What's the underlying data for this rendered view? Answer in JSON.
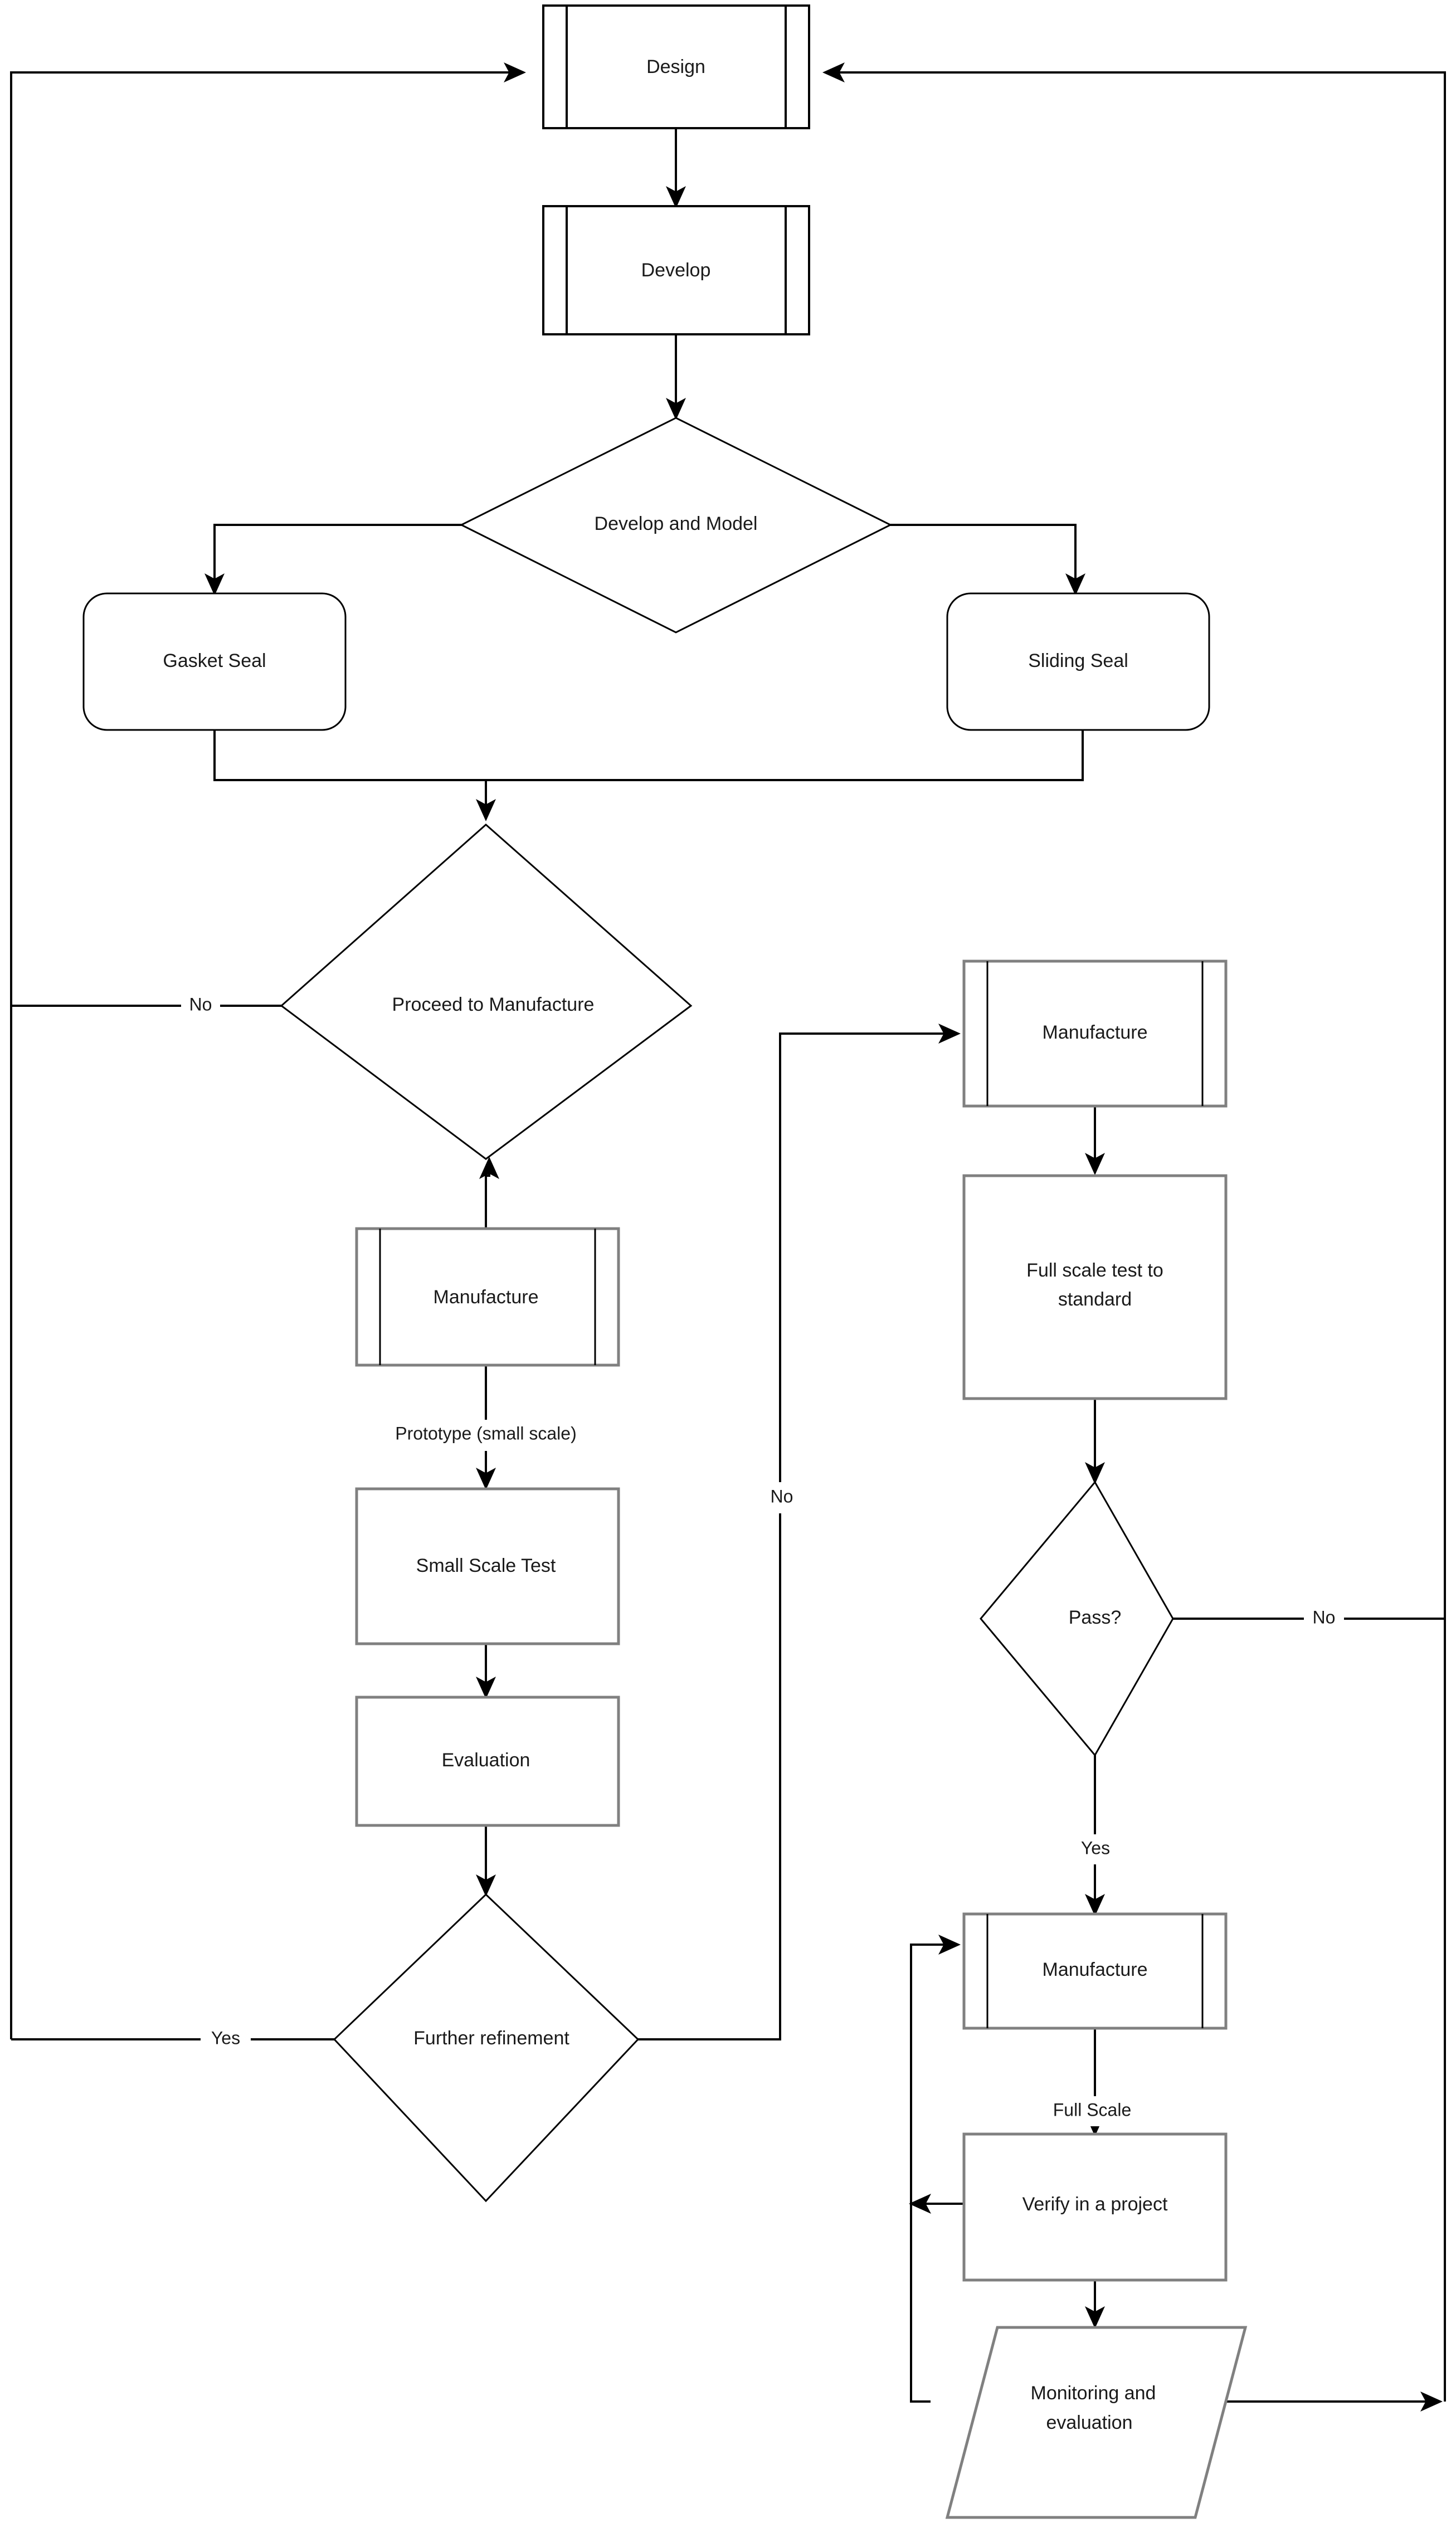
{
  "diagram": {
    "title": "Seal development process flowchart",
    "background_color": "#ffffff",
    "line_color": "#000000",
    "gray_border_color": "#808080",
    "text_color": "#1a1a1a"
  },
  "nodes": {
    "design": {
      "label": "Design",
      "shape": "predefined-process"
    },
    "develop": {
      "label": "Develop",
      "shape": "predefined-process"
    },
    "develop_and_model": {
      "label": "Develop and Model",
      "shape": "decision-diamond"
    },
    "gasket_seal": {
      "label": "Gasket Seal",
      "shape": "rounded-rectangle"
    },
    "sliding_seal": {
      "label": "Sliding Seal",
      "shape": "rounded-rectangle"
    },
    "proceed_to_manufacture": {
      "label": "Proceed to  Manufacture",
      "shape": "decision-diamond"
    },
    "manufacture_prototype": {
      "label": "Manufacture",
      "shape": "predefined-process"
    },
    "small_scale_test": {
      "label": "Small Scale Test",
      "shape": "rectangle"
    },
    "evaluation": {
      "label": "Evaluation",
      "shape": "rectangle"
    },
    "further_refinement": {
      "label": "Further refinement",
      "shape": "decision-diamond"
    },
    "manufacture_full": {
      "label": "Manufacture",
      "shape": "predefined-process"
    },
    "full_scale_test": {
      "label_line1": "Full scale test to",
      "label_line2": "standard",
      "shape": "rectangle"
    },
    "pass_decision": {
      "label": "Pass?",
      "shape": "decision-diamond"
    },
    "manufacture_final": {
      "label": "Manufacture",
      "shape": "predefined-process"
    },
    "verify_in_a_project": {
      "label": "Verify in a project",
      "shape": "rectangle"
    },
    "monitoring_and_evaluation": {
      "label_line1": "Monitoring and",
      "label_line2": "evaluation",
      "shape": "parallelogram"
    }
  },
  "edge_labels": {
    "proceed_no": "No",
    "prototype_small_scale": "Prototype (small scale)",
    "further_refinement_yes": "Yes",
    "loop_back_no": "No",
    "pass_no": "No",
    "pass_yes": "Yes",
    "full_scale": "Full Scale"
  }
}
